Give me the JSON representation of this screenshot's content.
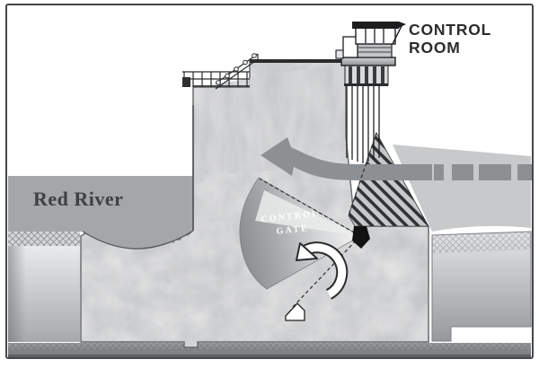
{
  "figure": {
    "type": "dam-control-structure-cross-section",
    "labels": {
      "control_room_line1": "CONTROL",
      "control_room_line2": "ROOM",
      "river": "Red River",
      "control_gate_line1": "CONTROL",
      "control_gate_line2": "GATE"
    },
    "arrows": {
      "flow_direction": "right-to-left over spillway crest",
      "gate_rotation": "counterclockwise"
    },
    "colors": {
      "water_left": "#a4a7aa",
      "water_right": "#c7c9cb",
      "flow_band": "#8d9093",
      "hatch_dark": "#303234",
      "concrete_base": "#f1f1f2",
      "river_label": "#3e4042",
      "control_room_label": "#2b2c2e",
      "gate_label": "#ffffff",
      "pivot": "#121213",
      "outline": "#4b4d50",
      "frame_border": "#45464a"
    }
  }
}
